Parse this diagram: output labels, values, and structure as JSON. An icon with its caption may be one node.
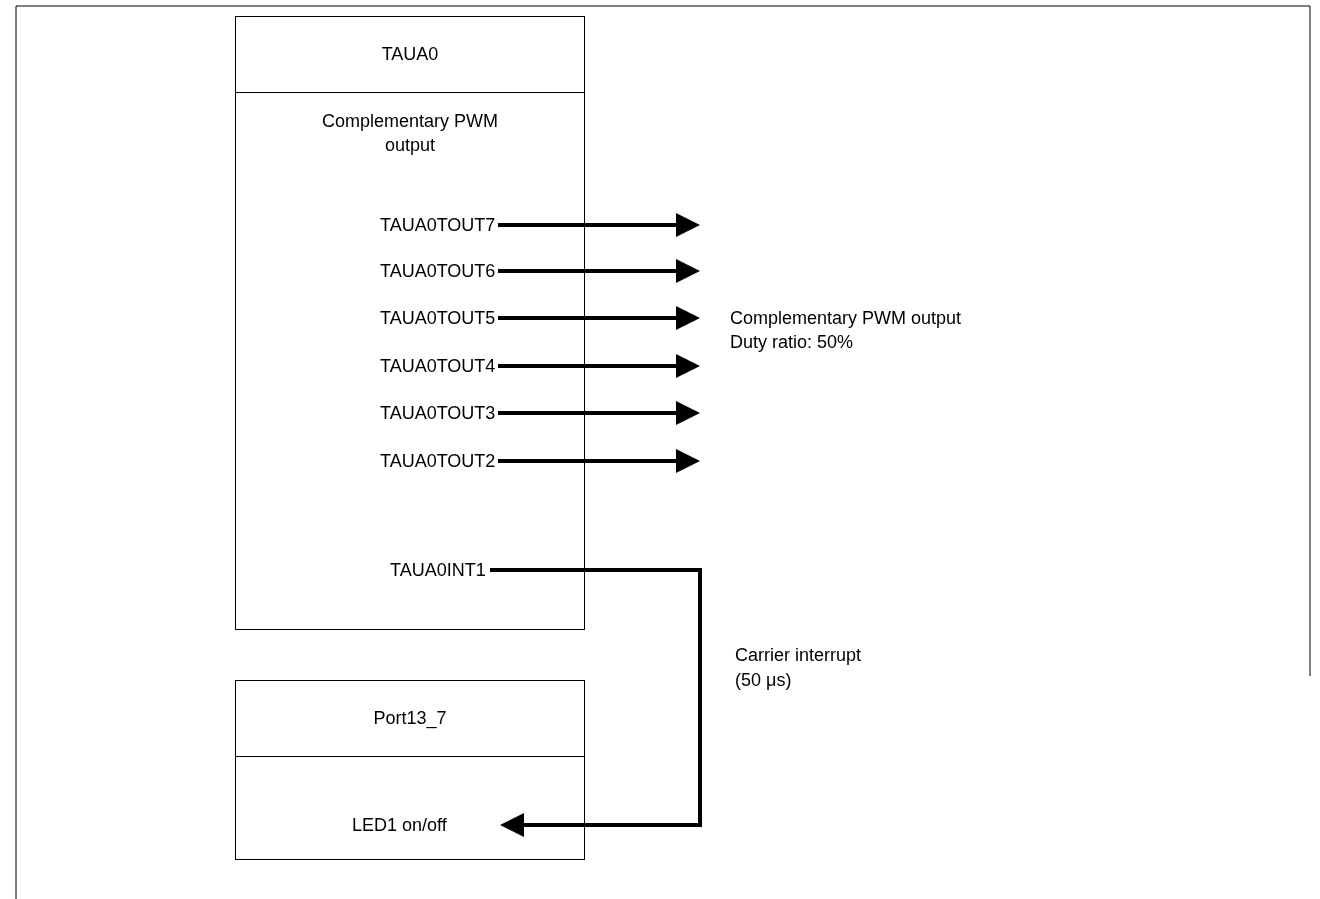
{
  "diagram": {
    "nodes": [
      {
        "text": [
          "TAUA0",
          "Complementary PWM output"
        ]
      },
      {
        "text": [
          "TAUA0TOUT7"
        ],
        "in": 0
      },
      {
        "text": [
          "TAUA0TOUT6"
        ],
        "in": 0
      },
      {
        "text": [
          "TAUA0TOUT5"
        ],
        "in": 0
      },
      {
        "text": [
          "TAUA0TOUT4"
        ],
        "in": 0
      },
      {
        "text": [
          "TAUA0TOUT3"
        ],
        "in": 0
      },
      {
        "text": [
          "TAUA0TOUT2"
        ],
        "in": 0
      },
      {
        "text": [
          "TAUA0INT1"
        ],
        "in": 0
      },
      {
        "text": [
          "Port13_7"
        ]
      },
      {
        "text": [
          "LED1 on/off"
        ],
        "in": 8
      }
    ],
    "edges": [
      {
        "from": 1,
        "to": null,
        "arrow": "to"
      },
      {
        "from": 2,
        "to": null,
        "arrow": "to"
      },
      {
        "from": 3,
        "to": null,
        "arrow": "to"
      },
      {
        "from": 4,
        "to": null,
        "arrow": "to"
      },
      {
        "from": 5,
        "to": null,
        "arrow": "to"
      },
      {
        "from": 6,
        "to": null,
        "arrow": "to"
      },
      {
        "from": 7,
        "to": 9,
        "arrow": "to",
        "label": "Carrier interrupt (50 μs)"
      }
    ],
    "labels": [
      "Complementary PWM output",
      "Duty ratio: 50%"
    ]
  }
}
